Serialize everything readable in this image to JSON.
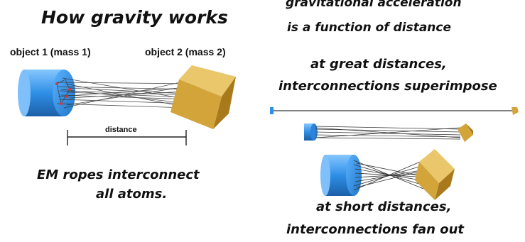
{
  "title": "How gravity works",
  "left": {
    "object1_label": "object 1 (mass 1)",
    "object2_label": "object 2 (mass 2)",
    "distance_label": "distance",
    "caption_line1": "EM ropes interconnect",
    "caption_line2": "all atoms."
  },
  "right": {
    "header_line1": "gravitational acceleration",
    "header_line2": "is a function of distance",
    "great_line1": "at great distances,",
    "great_line2": "interconnections superimpose",
    "short_line1": "at short distances,",
    "short_line2": "interconnections fan out"
  },
  "colors": {
    "cylinder_blue": "#2e8fe6",
    "cylinder_blue_light": "#86c7ff",
    "cube_gold": "#d2a43a",
    "cube_gold_light": "#e9c76a",
    "cube_gold_dark": "#a87a1c",
    "rope": "#333333"
  }
}
